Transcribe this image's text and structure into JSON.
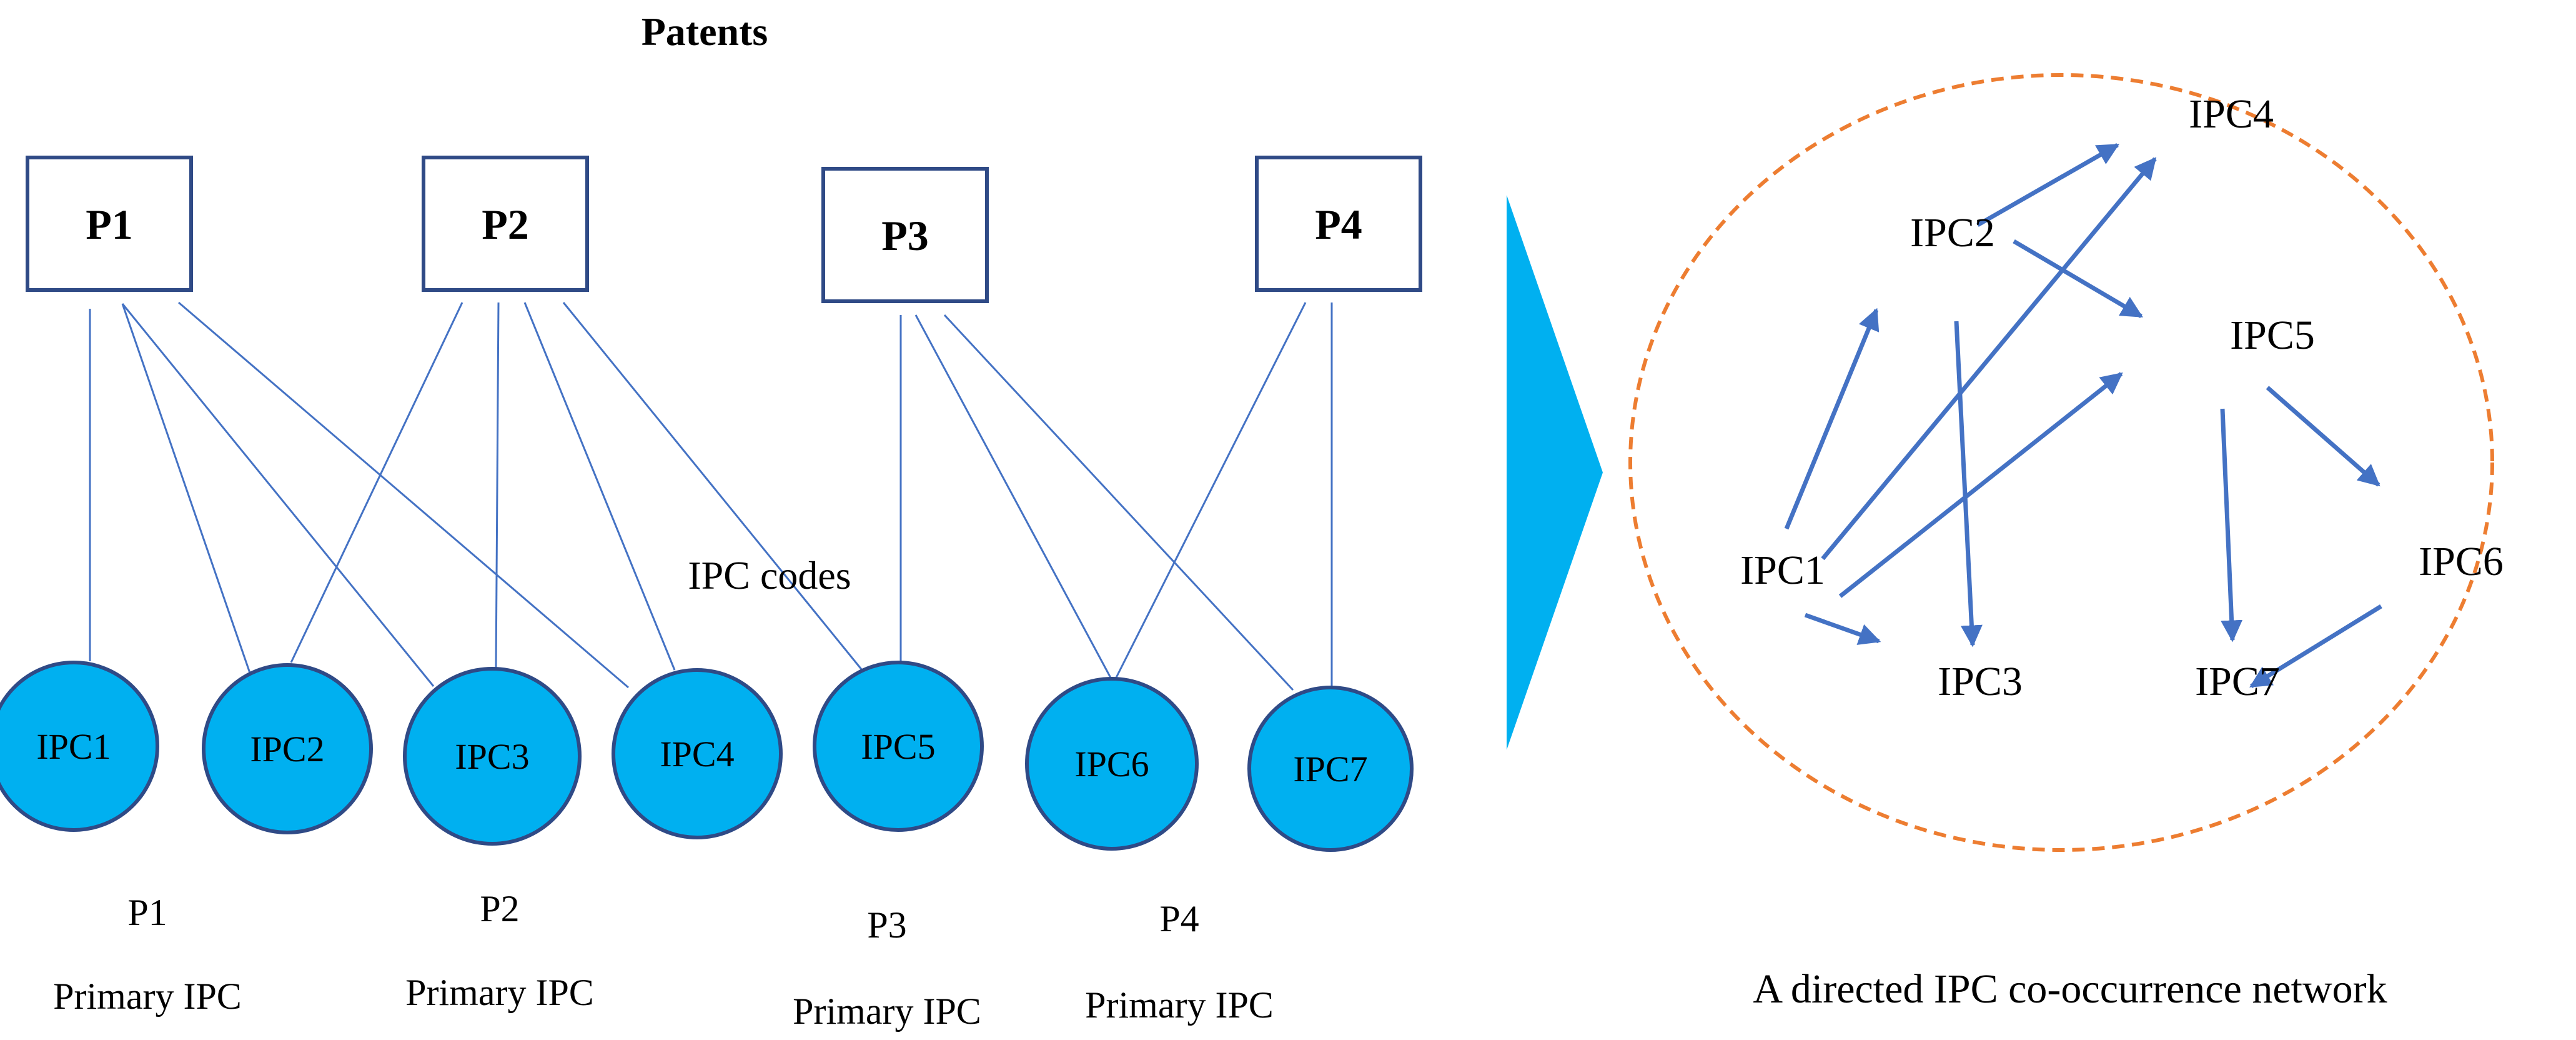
{
  "title": "Patents",
  "middle_label": "IPC codes",
  "patents": [
    "P1",
    "P2",
    "P3",
    "P4"
  ],
  "ipc_nodes": [
    "IPC1",
    "IPC2",
    "IPC3",
    "IPC4",
    "IPC5",
    "IPC6",
    "IPC7"
  ],
  "bipartite_links": [
    [
      "P1",
      "IPC1"
    ],
    [
      "P1",
      "IPC2"
    ],
    [
      "P1",
      "IPC3"
    ],
    [
      "P1",
      "IPC4"
    ],
    [
      "P2",
      "IPC2"
    ],
    [
      "P2",
      "IPC3"
    ],
    [
      "P2",
      "IPC4"
    ],
    [
      "P2",
      "IPC5"
    ],
    [
      "P3",
      "IPC5"
    ],
    [
      "P3",
      "IPC6"
    ],
    [
      "P3",
      "IPC7"
    ],
    [
      "P4",
      "IPC6"
    ],
    [
      "P4",
      "IPC7"
    ]
  ],
  "primary_labels": [
    {
      "patent": "P1",
      "text": "Primary IPC"
    },
    {
      "patent": "P2",
      "text": "Primary IPC"
    },
    {
      "patent": "P3",
      "text": "Primary IPC"
    },
    {
      "patent": "P4",
      "text": "Primary IPC"
    }
  ],
  "network": {
    "caption": "A directed IPC co-occurrence network",
    "nodes": [
      "IPC1",
      "IPC2",
      "IPC3",
      "IPC4",
      "IPC5",
      "IPC6",
      "IPC7"
    ],
    "edges": [
      [
        "IPC1",
        "IPC2"
      ],
      [
        "IPC1",
        "IPC4"
      ],
      [
        "IPC1",
        "IPC5"
      ],
      [
        "IPC1",
        "IPC3"
      ],
      [
        "IPC2",
        "IPC4"
      ],
      [
        "IPC2",
        "IPC5"
      ],
      [
        "IPC2",
        "IPC3"
      ],
      [
        "IPC5",
        "IPC6"
      ],
      [
        "IPC5",
        "IPC7"
      ],
      [
        "IPC6",
        "IPC7"
      ]
    ]
  },
  "colors": {
    "node_fill": "#00B0F0",
    "node_stroke": "#2F4A86",
    "box_stroke": "#2F4A86",
    "link": "#4472C4",
    "arrow": "#4472C4",
    "ellipse": "#ED7D31",
    "pointer": "#00B0F0",
    "text": "#000000"
  }
}
